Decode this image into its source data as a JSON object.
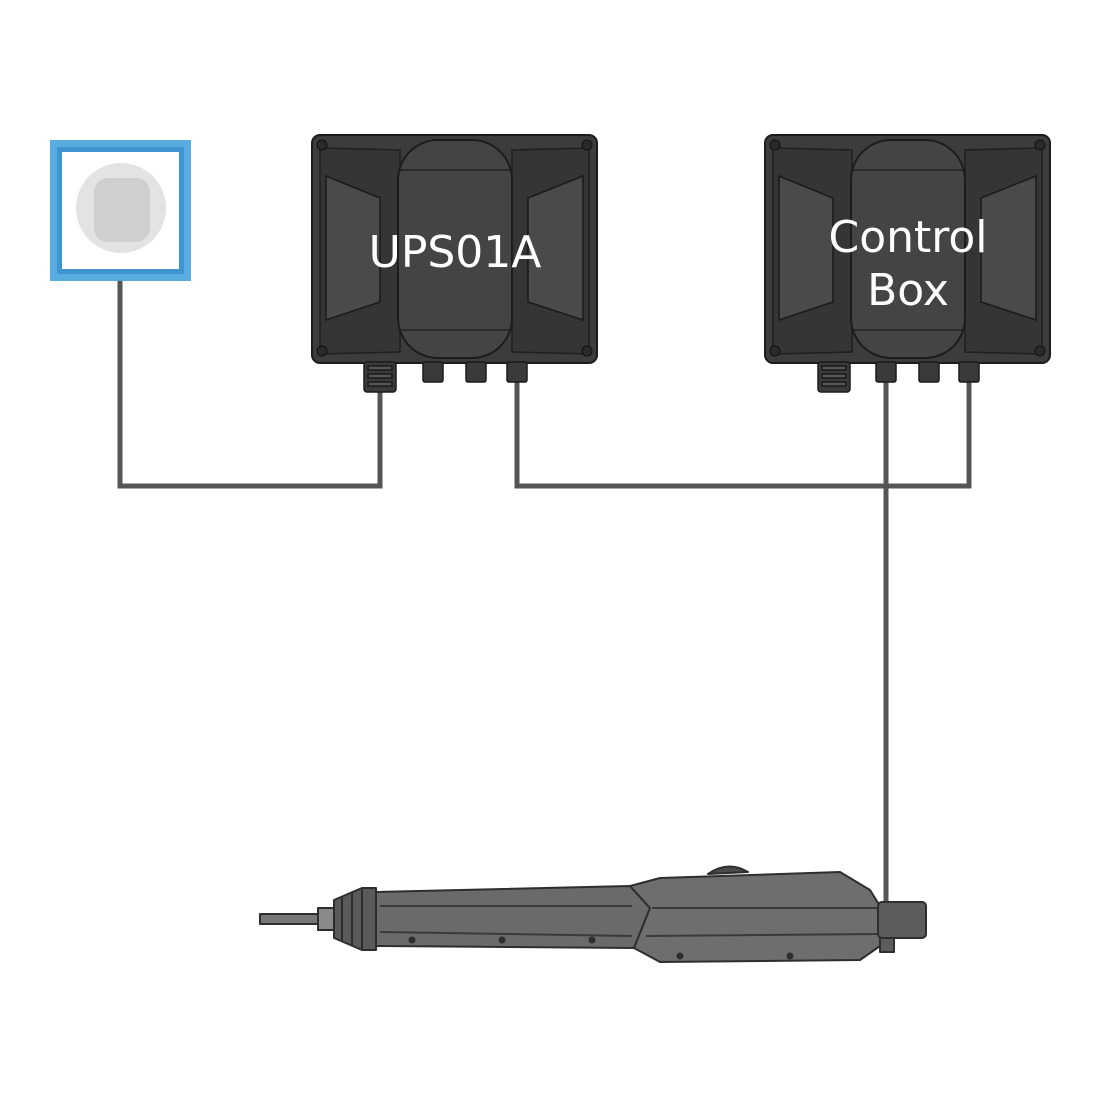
{
  "devices": {
    "ups": {
      "label": "UPS01A"
    },
    "control_box": {
      "label_line1": "Control",
      "label_line2": "Box"
    }
  },
  "icons": {
    "outlet": "power-outlet-icon",
    "screwdriver": "electric-screwdriver-icon"
  },
  "colors": {
    "outlet_frame": "#58ace0",
    "outlet_socket": "#d2d2d2",
    "enclosure": "#3c3c3c",
    "enclosure_dark": "#2a2a2a",
    "cable": "#555555",
    "tool": "#666666"
  }
}
